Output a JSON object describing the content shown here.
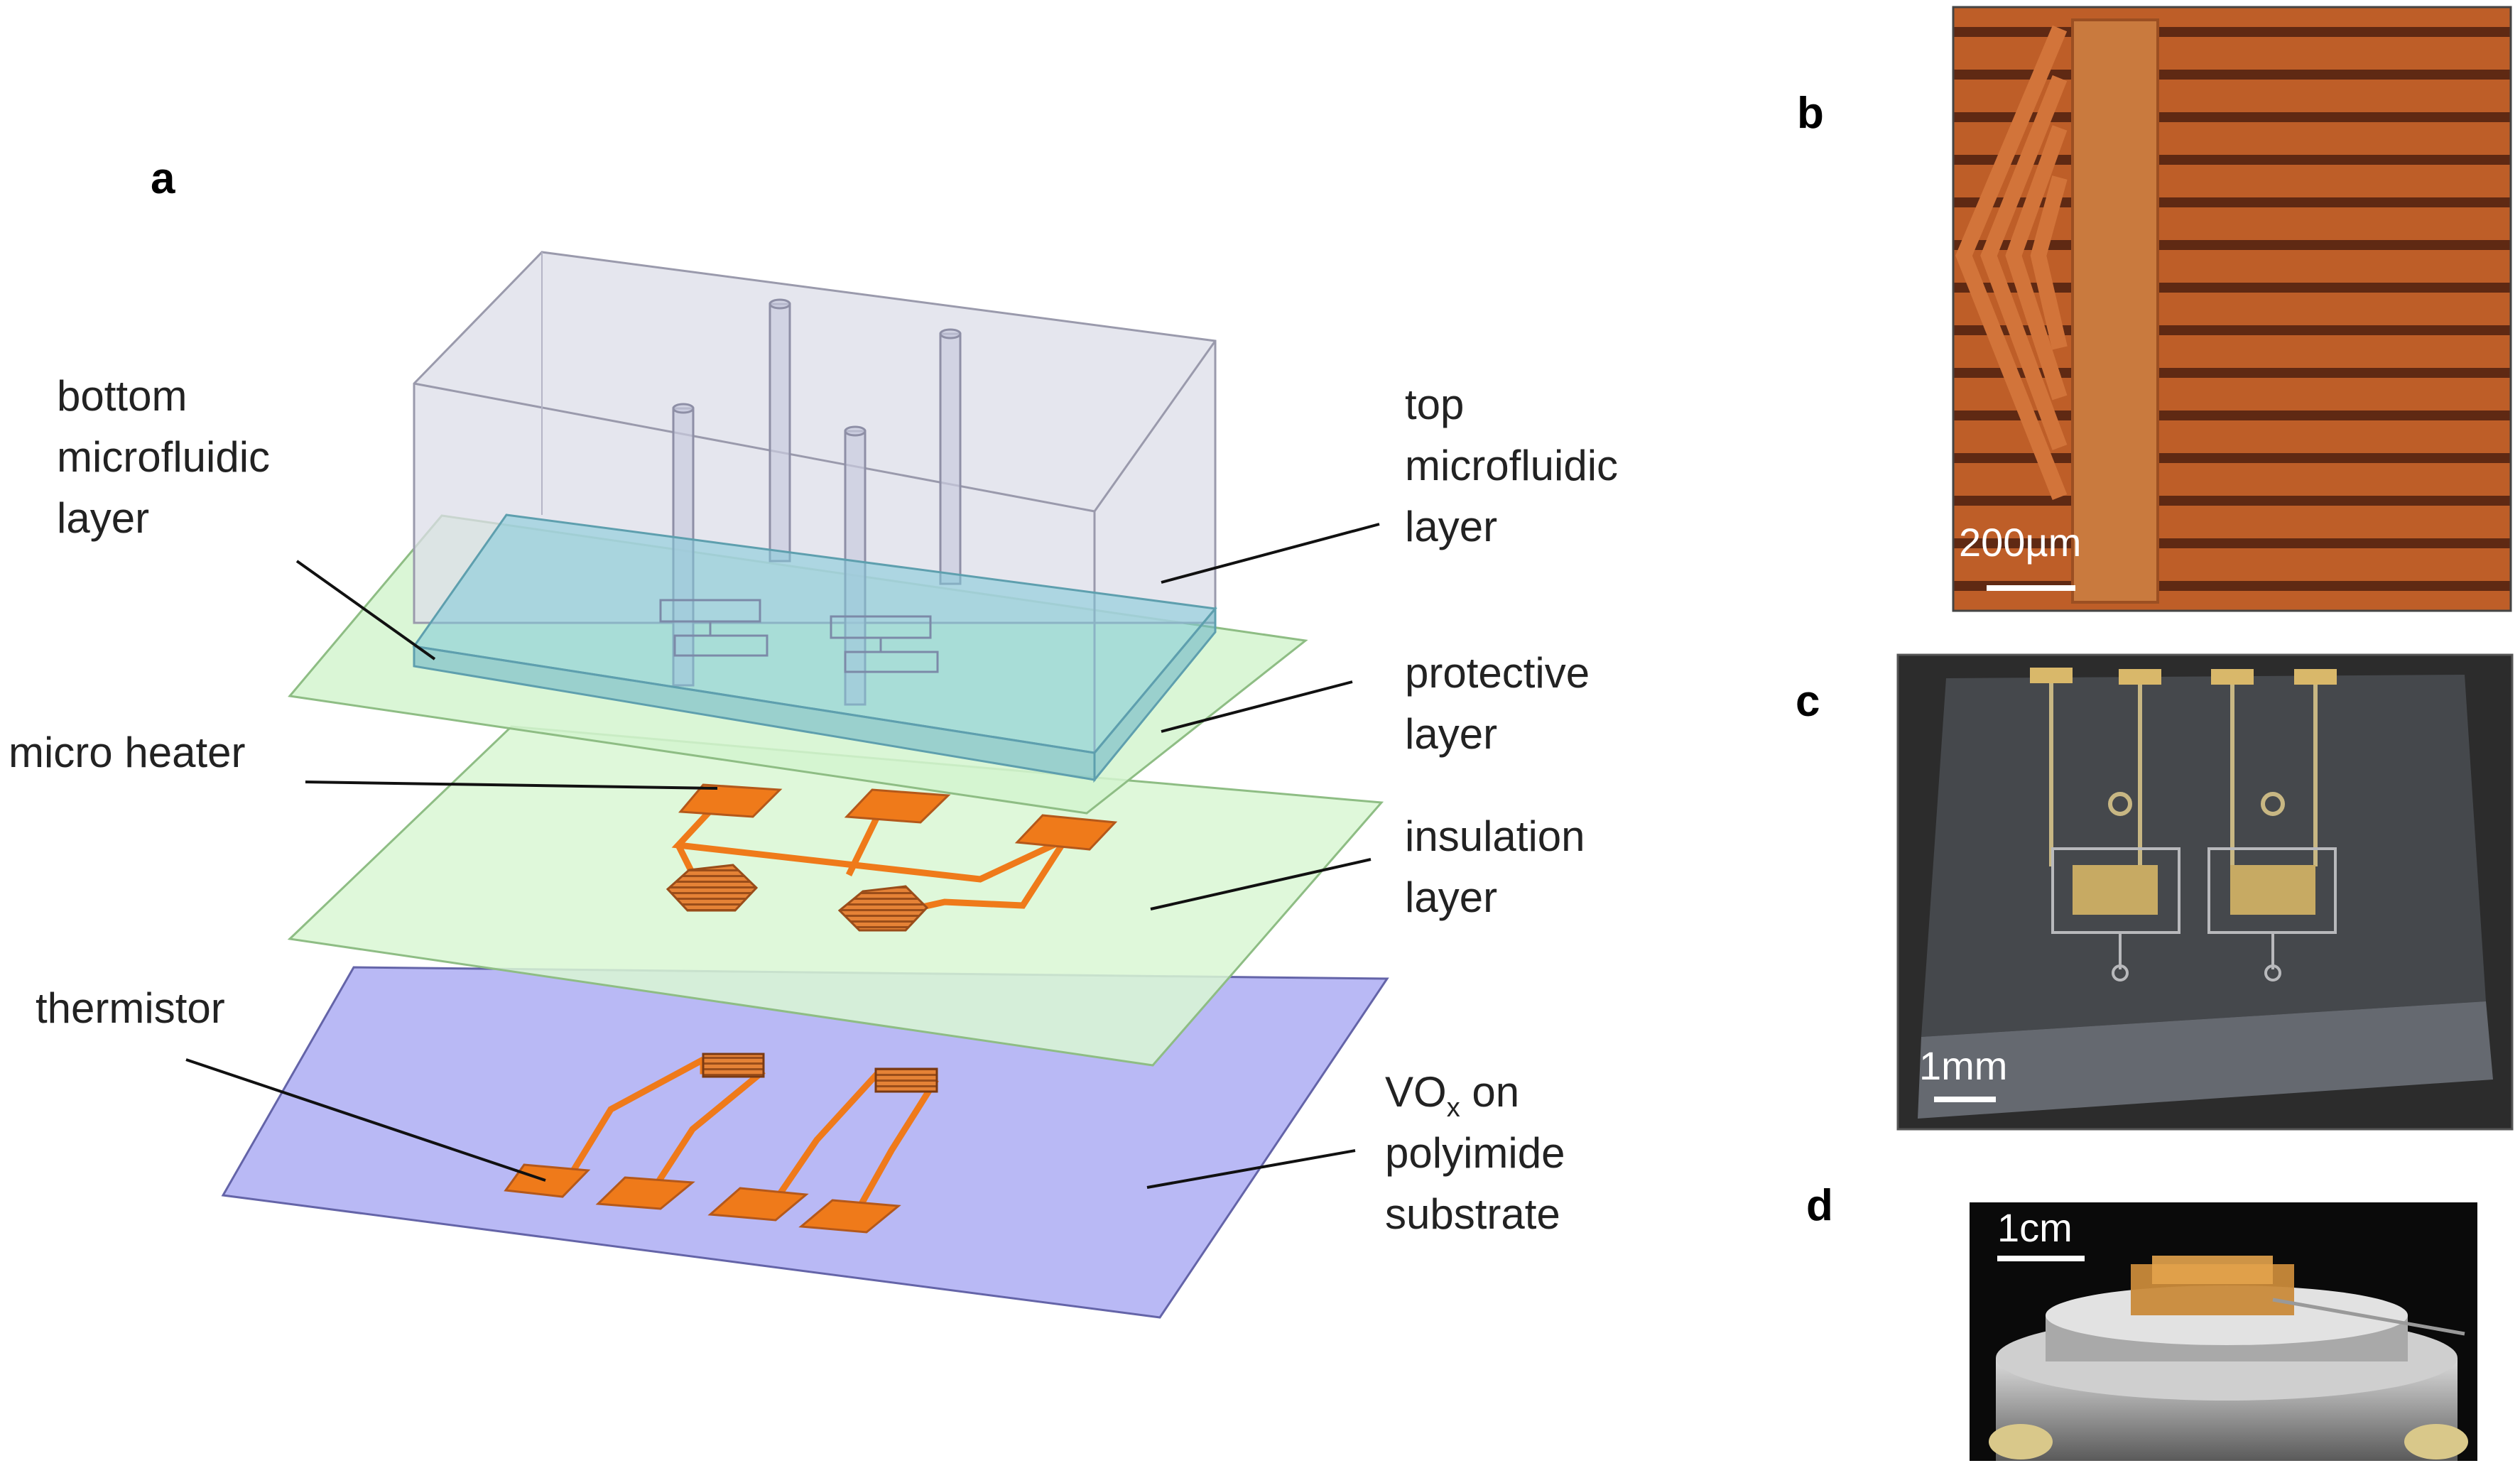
{
  "panel_letters": {
    "a": "a",
    "b": "b",
    "c": "c",
    "d": "d"
  },
  "labels": {
    "bottom_microfluidic": [
      "bottom",
      "microfluidic",
      "layer"
    ],
    "top_microfluidic": [
      "top",
      "microfluidic",
      "layer"
    ],
    "protective": [
      "protective",
      "layer"
    ],
    "micro_heater": "micro heater",
    "insulation": [
      "insulation",
      "layer"
    ],
    "thermistor": "thermistor",
    "substrate_vox_main": "VO",
    "substrate_vox_sub": "x",
    "substrate_vox_rest": " on",
    "substrate_line2": "polyimide",
    "substrate_line3": "substrate"
  },
  "scale_bars": {
    "b": "200µm",
    "c": "1mm",
    "d": "1cm"
  },
  "colors": {
    "copper": "#ef7a1a",
    "copper_dark": "#b4581a",
    "channel_layer": "#7fc9d8",
    "protective_layer": "#d4f5cf",
    "insulation_layer": "#d9f7d3",
    "substrate": "#b9b9f5",
    "top_block": "#dcdde8",
    "photo_b_bg": "#8a3b1a",
    "photo_c_bg": "#2c2c2c",
    "photo_d_bg": "#0a0a0a"
  }
}
